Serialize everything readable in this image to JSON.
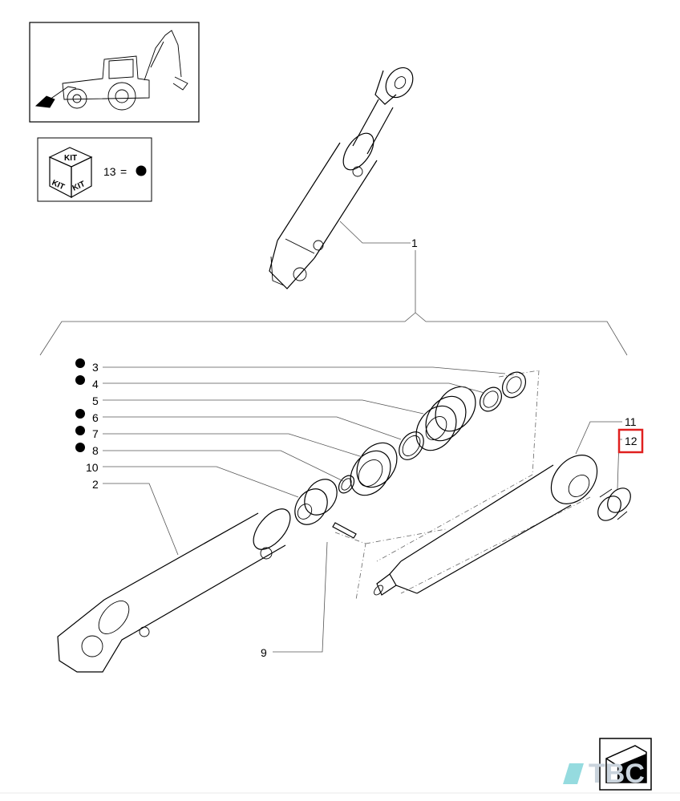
{
  "kit_box": {
    "face_top": "KIT",
    "face_left": "KIT",
    "face_right": "KIT",
    "legend_number": "13",
    "legend_equals": "="
  },
  "callouts": [
    {
      "id": "1",
      "text": "1",
      "marker": false
    },
    {
      "id": "2",
      "text": "2",
      "marker": false
    },
    {
      "id": "3",
      "text": "3",
      "marker": true
    },
    {
      "id": "4",
      "text": "4",
      "marker": true
    },
    {
      "id": "5",
      "text": "5",
      "marker": false
    },
    {
      "id": "6",
      "text": "6",
      "marker": true
    },
    {
      "id": "7",
      "text": "7",
      "marker": true
    },
    {
      "id": "8",
      "text": "8",
      "marker": true
    },
    {
      "id": "9",
      "text": "9",
      "marker": false
    },
    {
      "id": "10",
      "text": "10",
      "marker": false
    },
    {
      "id": "11",
      "text": "11",
      "marker": false
    },
    {
      "id": "12",
      "text": "12",
      "marker": false,
      "highlighted": true
    }
  ],
  "watermark": {
    "text": "TBC"
  },
  "colors": {
    "highlight": "#e0201f",
    "watermark": "#c9d3dc",
    "logo_accent": "#4fc3c9"
  }
}
